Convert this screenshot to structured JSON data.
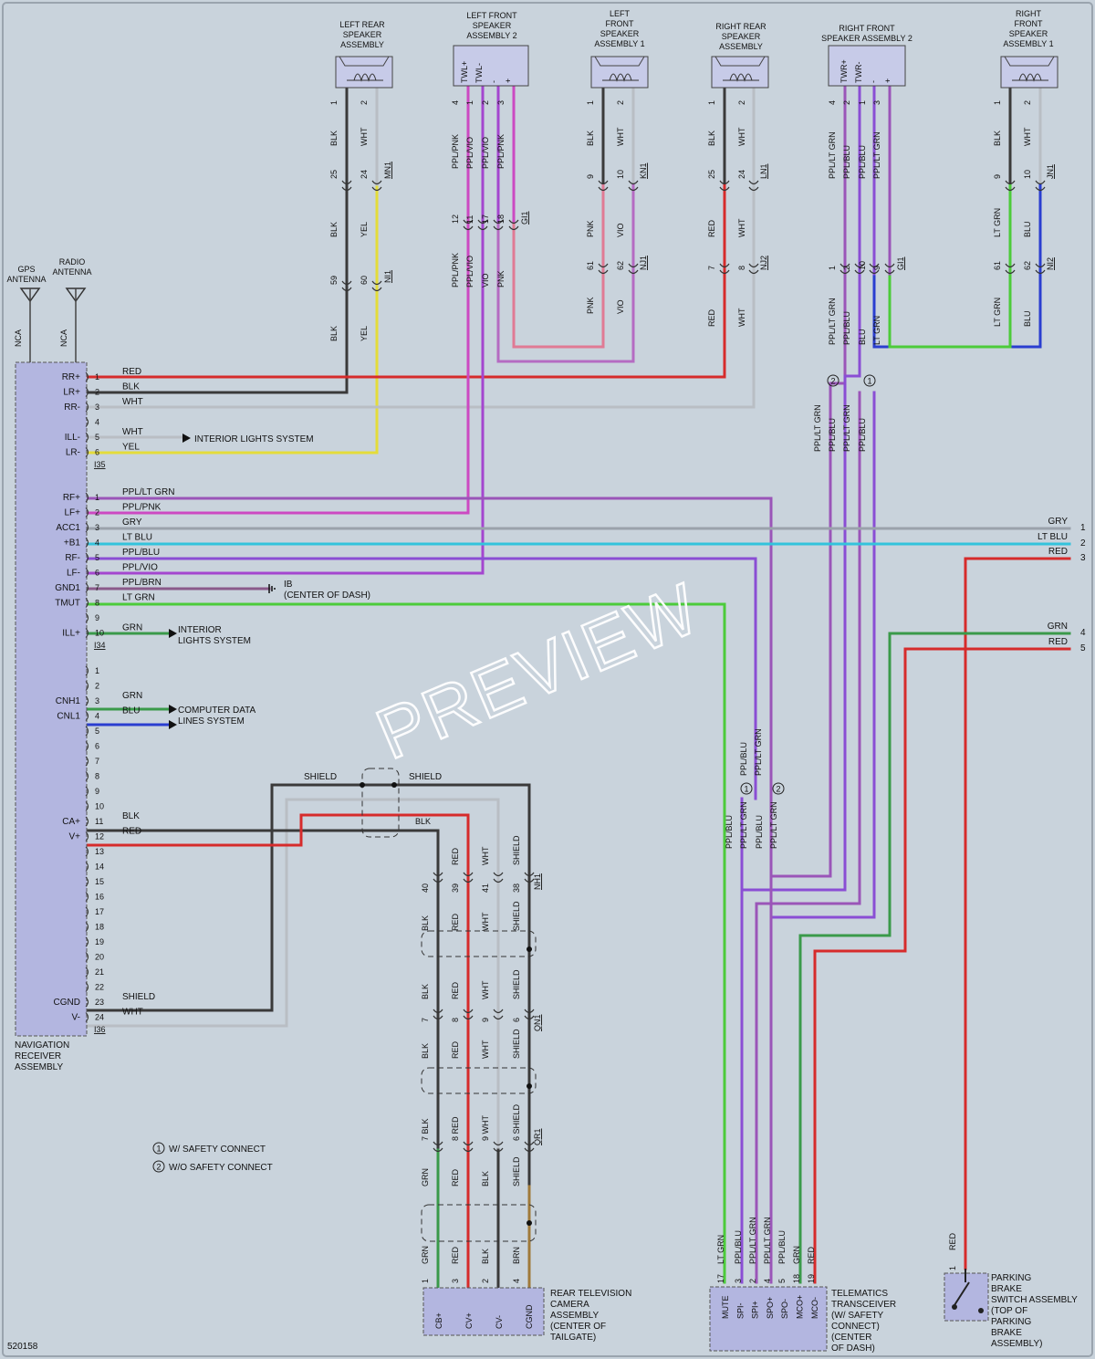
{
  "doc_id": "520158",
  "watermark": "PREVIEW",
  "colors": {
    "RED": "#d62b2b",
    "BLK": "#3a3a3a",
    "WHT": "#b9bec4",
    "YEL": "#e4dc3a",
    "GRY": "#9aa2ab",
    "LTBLU": "#33c3dc",
    "PPL_LTGRN": "#9a55b8",
    "PPL_PNK": "#cc49c2",
    "PPL_BLU": "#8a4ed4",
    "PPL_VIO": "#a446cf",
    "PPL_BRN": "#8a5a8a",
    "LTGRN": "#4ccb3a",
    "GRN": "#3a9a4a",
    "BLU": "#2a3ed0",
    "PNK": "#e07a94",
    "VIO": "#b56bc2",
    "BRN": "#a07a3a"
  },
  "antennas": [
    {
      "name": "GPS\nANTENNA",
      "conn": "NCA"
    },
    {
      "name": "RADIO\nANTENNA",
      "conn": "NCA"
    }
  ],
  "components": {
    "nav": {
      "name": "NAVIGATION\nRECEIVER\nASSEMBLY"
    },
    "lr_spk": {
      "name": "LEFT REAR\nSPEAKER\nASSEMBLY"
    },
    "lf_spk2": {
      "name": "LEFT FRONT\nSPEAKER\nASSEMBLY 2",
      "pins": [
        "TWL+",
        "TWL-",
        "-",
        "+"
      ]
    },
    "lf_spk1": {
      "name": "LEFT\nFRONT\nSPEAKER\nASSEMBLY 1"
    },
    "rr_spk": {
      "name": "RIGHT REAR\nSPEAKER\nASSEMBLY"
    },
    "rf_spk2": {
      "name": "RIGHT FRONT\nSPEAKER ASSEMBLY 2",
      "pins": [
        "TWR+",
        "TWR-",
        "-",
        "+"
      ]
    },
    "rf_spk1": {
      "name": "RIGHT\nFRONT\nSPEAKER\nASSEMBLY 1"
    },
    "camera": {
      "name": "REAR TELEVISION\nCAMERA\nASSEMBLY\n(CENTER OF\nTAILGATE)",
      "pins": [
        "CB+",
        "CV+",
        "CV-",
        "CGND"
      ]
    },
    "telematics": {
      "name": "TELEMATICS\nTRANSCEIVER\n(W/ SAFETY\nCONNECT)\n(CENTER\nOF DASH)",
      "pins": [
        "MUTE",
        "SPI-",
        "SPI+",
        "SPO+",
        "SPO-",
        "MCO+",
        "MCO-"
      ]
    },
    "brake": {
      "name": "PARKING\nBRAKE\nSWITCH ASSEMBLY\n(TOP OF\nPARKING\nBRAKE\nASSEMBLY)"
    }
  },
  "nav_i35": {
    "connector": "I35",
    "pins": [
      {
        "pin": "1",
        "terminal": "RR+",
        "color": "RED"
      },
      {
        "pin": "2",
        "terminal": "LR+",
        "color": "BLK"
      },
      {
        "pin": "3",
        "terminal": "RR-",
        "color": "WHT"
      },
      {
        "pin": "4",
        "terminal": "",
        "color": ""
      },
      {
        "pin": "5",
        "terminal": "ILL-",
        "color": "WHT"
      },
      {
        "pin": "6",
        "terminal": "LR-",
        "color": "YEL"
      }
    ]
  },
  "nav_i34": {
    "connector": "I34",
    "pins": [
      {
        "pin": "1",
        "terminal": "RF+",
        "color": "PPL/LT GRN"
      },
      {
        "pin": "2",
        "terminal": "LF+",
        "color": "PPL/PNK"
      },
      {
        "pin": "3",
        "terminal": "ACC1",
        "color": "GRY"
      },
      {
        "pin": "4",
        "terminal": "+B1",
        "color": "LT BLU"
      },
      {
        "pin": "5",
        "terminal": "RF-",
        "color": "PPL/BLU"
      },
      {
        "pin": "6",
        "terminal": "LF-",
        "color": "PPL/VIO"
      },
      {
        "pin": "7",
        "terminal": "GND1",
        "color": "PPL/BRN"
      },
      {
        "pin": "8",
        "terminal": "TMUT",
        "color": "LT GRN"
      },
      {
        "pin": "9",
        "terminal": "",
        "color": ""
      },
      {
        "pin": "10",
        "terminal": "ILL+",
        "color": "GRN"
      }
    ]
  },
  "nav_i36": {
    "connector": "I36",
    "pins": [
      {
        "pin": "1",
        "terminal": "",
        "color": ""
      },
      {
        "pin": "2",
        "terminal": "",
        "color": ""
      },
      {
        "pin": "3",
        "terminal": "CNH1",
        "color": "GRN"
      },
      {
        "pin": "4",
        "terminal": "CNL1",
        "color": "BLU"
      },
      {
        "pin": "5",
        "terminal": "",
        "color": ""
      },
      {
        "pin": "6",
        "terminal": "",
        "color": ""
      },
      {
        "pin": "7",
        "terminal": "",
        "color": ""
      },
      {
        "pin": "8",
        "terminal": "",
        "color": ""
      },
      {
        "pin": "9",
        "terminal": "",
        "color": ""
      },
      {
        "pin": "10",
        "terminal": "",
        "color": ""
      },
      {
        "pin": "11",
        "terminal": "CA+",
        "color": "BLK"
      },
      {
        "pin": "12",
        "terminal": "V+",
        "color": "RED"
      },
      {
        "pin": "13",
        "terminal": "",
        "color": ""
      },
      {
        "pin": "14",
        "terminal": "",
        "color": ""
      },
      {
        "pin": "15",
        "terminal": "",
        "color": ""
      },
      {
        "pin": "16",
        "terminal": "",
        "color": ""
      },
      {
        "pin": "17",
        "terminal": "",
        "color": ""
      },
      {
        "pin": "18",
        "terminal": "",
        "color": ""
      },
      {
        "pin": "19",
        "terminal": "",
        "color": ""
      },
      {
        "pin": "20",
        "terminal": "",
        "color": ""
      },
      {
        "pin": "21",
        "terminal": "",
        "color": ""
      },
      {
        "pin": "22",
        "terminal": "",
        "color": ""
      },
      {
        "pin": "23",
        "terminal": "CGND",
        "color": "SHIELD"
      },
      {
        "pin": "24",
        "terminal": "V-",
        "color": "WHT"
      }
    ]
  },
  "destinations": {
    "interior_lights_1": "INTERIOR LIGHTS SYSTEM",
    "interior_lights_2": "INTERIOR\nLIGHTS SYSTEM",
    "computer_data": "COMPUTER DATA\nLINES SYSTEM",
    "ground": "IB\n(CENTER OF DASH)"
  },
  "right_edge": [
    {
      "n": "1",
      "color": "GRY"
    },
    {
      "n": "2",
      "color": "LT BLU"
    },
    {
      "n": "3",
      "color": "RED"
    },
    {
      "n": "4",
      "color": "GRN"
    },
    {
      "n": "5",
      "color": "RED"
    }
  ],
  "legend": [
    {
      "marker": "1",
      "text": "W/ SAFETY CONNECT"
    },
    {
      "marker": "2",
      "text": "W/O SAFETY CONNECT"
    }
  ],
  "shield_labels": [
    "SHIELD",
    "SHIELD"
  ],
  "markers": [
    "1",
    "2"
  ],
  "wire_labels": {
    "lr_spk_top": [
      {
        "pin": "1",
        "color": "BLK"
      },
      {
        "pin": "2",
        "color": "WHT"
      }
    ],
    "lr_spk_mn1": {
      "conn": "MN1",
      "pins": [
        {
          "pin": "25",
          "color": "BLK"
        },
        {
          "pin": "24",
          "color": "YEL"
        }
      ]
    },
    "lr_spk_ni1": {
      "conn": "NI1",
      "pins": [
        {
          "pin": "59",
          "color": "BLK"
        },
        {
          "pin": "60",
          "color": "YEL"
        }
      ]
    },
    "lf2_top": [
      {
        "pin": "4",
        "color": "PPL/PNK"
      },
      {
        "pin": "1",
        "color": "PPL/VIO"
      },
      {
        "pin": "2",
        "color": "PPL/VIO"
      },
      {
        "pin": "3",
        "color": "PPL/PNK"
      }
    ],
    "lf2_gi1": {
      "conn": "GI1",
      "pins": [
        {
          "pin": "12",
          "color": "PPL/PNK"
        },
        {
          "pin": "11",
          "color": "PPL/VIO"
        },
        {
          "pin": "17",
          "color": "VIO"
        },
        {
          "pin": "18",
          "color": "PNK"
        }
      ]
    },
    "lf1_top": [
      {
        "pin": "1",
        "color": "BLK"
      },
      {
        "pin": "2",
        "color": "WHT"
      }
    ],
    "lf1_kn1": {
      "conn": "KN1",
      "pins": [
        {
          "pin": "9",
          "color": "PNK"
        },
        {
          "pin": "10",
          "color": "VIO"
        }
      ]
    },
    "lf1_nj1": {
      "conn": "NJ1",
      "pins": [
        {
          "pin": "61",
          "color": "PNK"
        },
        {
          "pin": "62",
          "color": "VIO"
        }
      ]
    },
    "rr_top": [
      {
        "pin": "1",
        "color": "BLK"
      },
      {
        "pin": "2",
        "color": "WHT"
      }
    ],
    "rr_ln1": {
      "conn": "LN1",
      "pins": [
        {
          "pin": "25",
          "color": "RED"
        },
        {
          "pin": "24",
          "color": "WHT"
        }
      ]
    },
    "rr_nj2": {
      "conn": "NJ2",
      "pins": [
        {
          "pin": "7",
          "color": "RED"
        },
        {
          "pin": "8",
          "color": "WHT"
        }
      ]
    },
    "rf2_top": [
      {
        "pin": "4",
        "color": "PPL/LT GRN"
      },
      {
        "pin": "2",
        "color": "PPL/BLU"
      },
      {
        "pin": "1",
        "color": "PPL/BLU"
      },
      {
        "pin": "3",
        "color": "PPL/LT GRN"
      }
    ],
    "rf2_gi1": {
      "conn": "GI1",
      "pins": [
        {
          "pin": "1",
          "color": "PPL/LT GRN"
        },
        {
          "pin": "2",
          "color": "PPL/BLU"
        },
        {
          "pin": "10",
          "color": "BLU"
        },
        {
          "pin": "9",
          "color": "LT GRN"
        }
      ]
    },
    "rf1_top": [
      {
        "pin": "1",
        "color": "BLK"
      },
      {
        "pin": "2",
        "color": "WHT"
      }
    ],
    "rf1_jn1": {
      "conn": "JN1",
      "pins": [
        {
          "pin": "9",
          "color": "LT GRN"
        },
        {
          "pin": "10",
          "color": "BLU"
        }
      ]
    },
    "rf1_ni2": {
      "conn": "NI2",
      "pins": [
        {
          "pin": "61",
          "color": "LT GRN"
        },
        {
          "pin": "62",
          "color": "BLU"
        }
      ]
    },
    "rf_bundle": [
      "PPL/LT GRN",
      "PPL/BLU",
      "PPL/LT GRN",
      "PPL/BLU"
    ],
    "mid_bundle_top": [
      "PPL/BLU",
      "PPL/LT GRN"
    ],
    "mid_bundle": [
      "PPL/BLU",
      "PPL/LT GRN",
      "PPL/BLU",
      "PPL/LT GRN"
    ],
    "cam_blk": "BLK",
    "cam_nh1": {
      "conn": "NH1",
      "pins": [
        {
          "pin": "40",
          "color": "BLK"
        },
        {
          "pin": "39",
          "color": "RED"
        },
        {
          "pin": "41",
          "color": "WHT"
        },
        {
          "pin": "38",
          "color": "SHIELD"
        }
      ]
    },
    "cam_top": [
      "RED",
      "WHT",
      "SHIELD"
    ],
    "cam_mid": [
      "BLK",
      "RED",
      "WHT",
      "SHIELD"
    ],
    "cam_qn1": {
      "conn": "QN1",
      "pins": [
        {
          "pin": "7",
          "color": "BLK"
        },
        {
          "pin": "8",
          "color": "RED"
        },
        {
          "pin": "9",
          "color": "WHT"
        },
        {
          "pin": "6",
          "color": "SHIELD"
        }
      ]
    },
    "cam_qr1": {
      "conn": "QR1",
      "pins": [
        {
          "pin": "7",
          "color": "BLK"
        },
        {
          "pin": "8",
          "color": "RED"
        },
        {
          "pin": "9",
          "color": "WHT"
        },
        {
          "pin": "6",
          "color": "SHIELD"
        }
      ]
    },
    "cam_low": [
      "GRN",
      "RED",
      "BLK",
      "SHIELD"
    ],
    "cam_pins": [
      {
        "pin": "1",
        "color": "GRN"
      },
      {
        "pin": "3",
        "color": "RED"
      },
      {
        "pin": "2",
        "color": "BLK"
      },
      {
        "pin": "4",
        "color": "BRN"
      }
    ],
    "tel_pins": [
      {
        "pin": "17",
        "color": "LT GRN"
      },
      {
        "pin": "3",
        "color": "PPL/BLU"
      },
      {
        "pin": "2",
        "color": "PPL/LT GRN"
      },
      {
        "pin": "4",
        "color": "PPL/LT GRN"
      },
      {
        "pin": "5",
        "color": "PPL/BLU"
      },
      {
        "pin": "18",
        "color": "GRN"
      },
      {
        "pin": "19",
        "color": "RED"
      }
    ],
    "brake_pin": {
      "pin": "1",
      "color": "RED"
    }
  }
}
